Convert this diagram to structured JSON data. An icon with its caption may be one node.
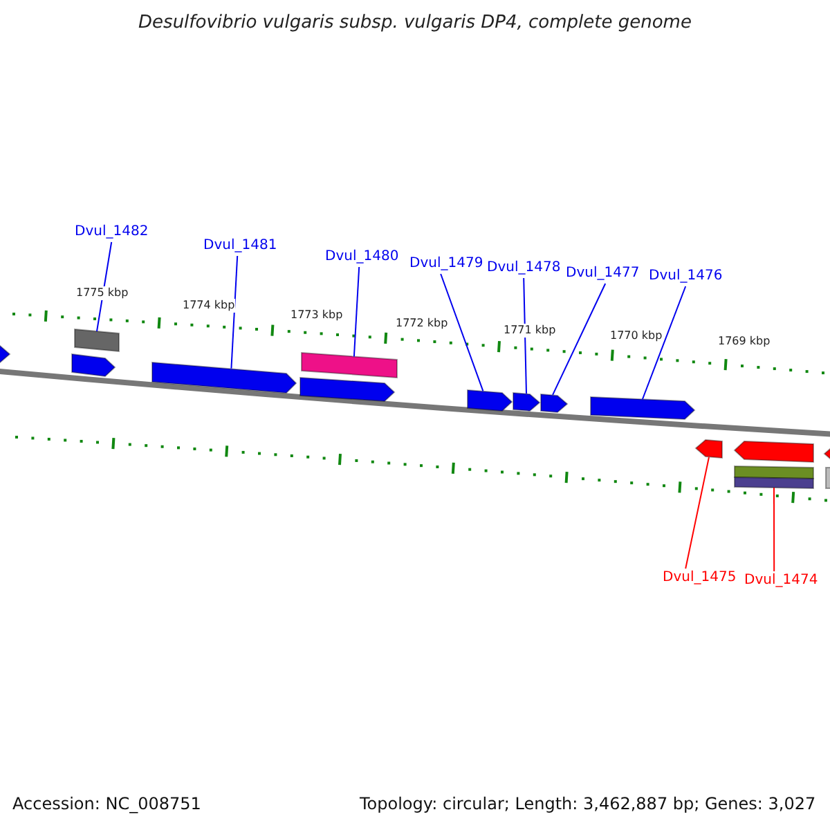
{
  "diagram": {
    "title": "Desulfovibrio vulgaris subsp. vulgaris DP4, complete genome",
    "nodes": [
      {
        "text": [
          "Dvul_1482"
        ]
      },
      {
        "text": [
          "Dvul_1481"
        ]
      },
      {
        "text": [
          "Dvul_1480"
        ]
      },
      {
        "text": [
          "Dvul_1479"
        ]
      },
      {
        "text": [
          "Dvul_1478"
        ]
      },
      {
        "text": [
          "Dvul_1477"
        ]
      },
      {
        "text": [
          "Dvul_1476"
        ]
      },
      {
        "text": [
          "Dvul_1475"
        ]
      },
      {
        "text": [
          "Dvul_1474"
        ]
      },
      {
        "text": [],
        "shape": "arrow"
      },
      {
        "text": [],
        "shape": "bar"
      },
      {
        "text": [],
        "shape": "arrow"
      },
      {
        "text": [],
        "shape": "arrow"
      },
      {
        "text": [],
        "shape": "bar"
      },
      {
        "text": [],
        "shape": "arrow"
      },
      {
        "text": [],
        "shape": "arrow"
      },
      {
        "text": [],
        "shape": "arrow"
      },
      {
        "text": [],
        "shape": "arrow"
      },
      {
        "text": [],
        "shape": "arrow"
      },
      {
        "text": [],
        "shape": "arrow"
      },
      {
        "text": [],
        "shape": "arrow"
      },
      {
        "text": [],
        "shape": "arrow"
      },
      {
        "text": [],
        "shape": "bar"
      },
      {
        "text": [],
        "shape": "bar"
      },
      {
        "text": [],
        "shape": "bar"
      }
    ],
    "edges": [
      {
        "from": 0,
        "to": 10,
        "arrow": "none"
      },
      {
        "from": 1,
        "to": 12,
        "arrow": "none"
      },
      {
        "from": 2,
        "to": 13,
        "arrow": "none"
      },
      {
        "from": 3,
        "to": 15,
        "arrow": "none"
      },
      {
        "from": 4,
        "to": 16,
        "arrow": "none"
      },
      {
        "from": 5,
        "to": 17,
        "arrow": "none"
      },
      {
        "from": 6,
        "to": 18,
        "arrow": "none"
      },
      {
        "from": 7,
        "to": 19,
        "arrow": "none",
        "color": "#ff0000"
      },
      {
        "from": 8,
        "to": 23,
        "arrow": "none",
        "color": "#ff0000"
      }
    ],
    "labels": [
      "1775 kbp",
      "1774 kbp",
      "1773 kbp",
      "1772 kbp",
      "1771 kbp",
      "1770 kbp",
      "1769 kbp",
      "Accession: NC_008751",
      "Topology: circular; Length: 3,462,887 bp; Genes: 3,027"
    ]
  }
}
